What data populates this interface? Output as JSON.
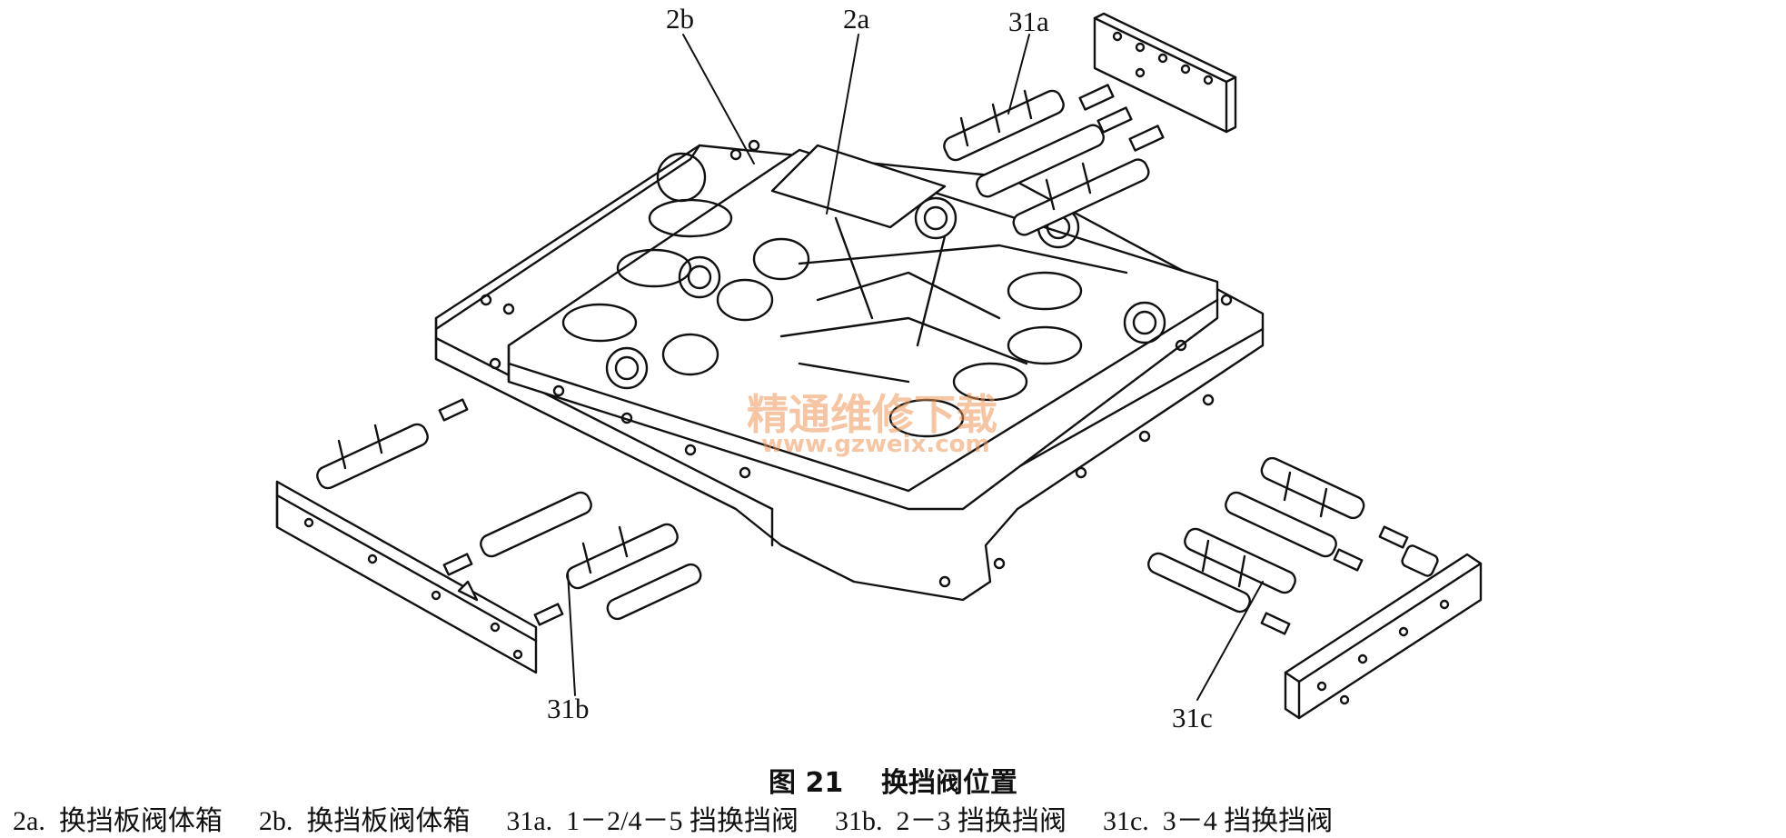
{
  "callouts": {
    "label_2a": "2a",
    "label_2b": "2b",
    "label_31a": "31a",
    "label_31b": "31b",
    "label_31c": "31c"
  },
  "watermark": {
    "cn": "精通维修下载",
    "url": "www.gzweix.com"
  },
  "caption": {
    "title": "图 21    换挡阀位置"
  },
  "legend": [
    "2a.  换挡板阀体箱",
    "2b.  换挡板阀体箱",
    "31a.  1－2/4－5 挡换挡阀",
    "31b.  2－3 挡换挡阀",
    "31c.  3－4 挡换挡阀"
  ],
  "colors": {
    "ink": "#111111",
    "watermark": "#ec965a"
  }
}
